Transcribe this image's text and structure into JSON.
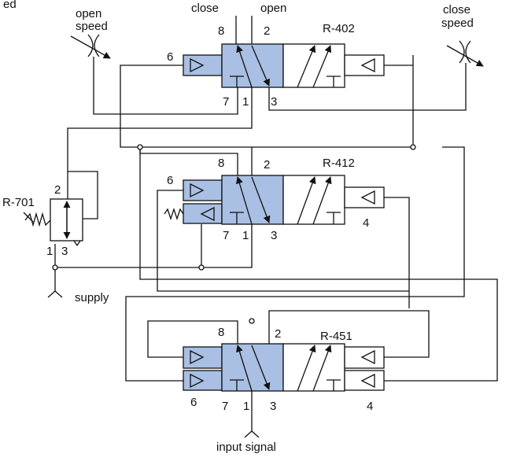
{
  "top_left_fragment": "ed",
  "colors": {
    "valve_fill": "#a9bfe3",
    "line": "#111111",
    "background": "#ffffff"
  },
  "icons": [
    "adjustable-restrictor-icon",
    "spring-icon",
    "triangle-pilot-icon",
    "exhaust-icon"
  ],
  "labels": {
    "close_top": "close",
    "open_top": "open",
    "open_speed": [
      "open",
      "speed"
    ],
    "close_speed": [
      "close",
      "speed"
    ],
    "supply": "supply",
    "input_signal": "input signal"
  },
  "valves": [
    {
      "id": "R-402",
      "ports": {
        "p8": "8",
        "p2": "2",
        "p6": "6",
        "p7": "7",
        "p1": "1",
        "p3": "3"
      }
    },
    {
      "id": "R-412",
      "ports": {
        "p8": "8",
        "p2": "2",
        "p6": "6",
        "p7": "7",
        "p1": "1",
        "p3": "3",
        "p4": "4"
      }
    },
    {
      "id": "R-451",
      "ports": {
        "p8": "8",
        "p2": "2",
        "p6": "6",
        "p7": "7",
        "p1": "1",
        "p3": "3",
        "p4": "4"
      }
    }
  ],
  "regulator": {
    "id": "R-701",
    "ports": {
      "p2": "2",
      "p1": "1",
      "p3": "3"
    }
  }
}
